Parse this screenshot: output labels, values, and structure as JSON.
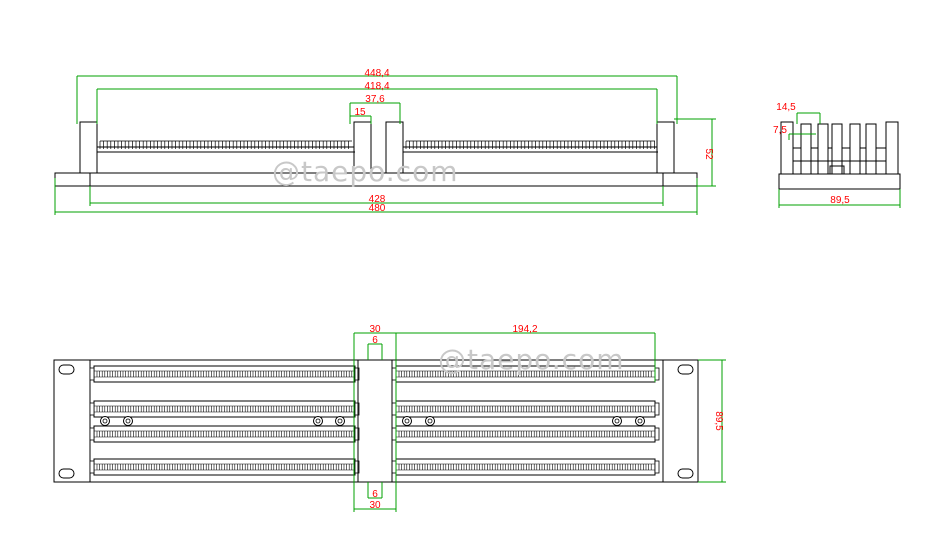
{
  "watermark": "@taepo.com",
  "front_view": {
    "dims": {
      "outer_width": "448,4",
      "inner_width": "418,4",
      "gap_outer": "37,6",
      "gap_inner": "15",
      "height": "52",
      "rack_width": "428",
      "panel_width": "480"
    }
  },
  "side_view": {
    "dims": {
      "top_width": "14,5",
      "offset": "7,5",
      "depth": "89,5"
    }
  },
  "top_view": {
    "dims": {
      "center_gap": "30",
      "center_inner": "6",
      "module_length": "194,2",
      "panel_height": "89,5",
      "bottom_inner": "6",
      "bottom_gap": "30"
    }
  },
  "colors": {
    "outline": "#000000",
    "dimension_line": "#00a000",
    "dimension_text": "#ff0000",
    "watermark": "#c8c8c8"
  }
}
